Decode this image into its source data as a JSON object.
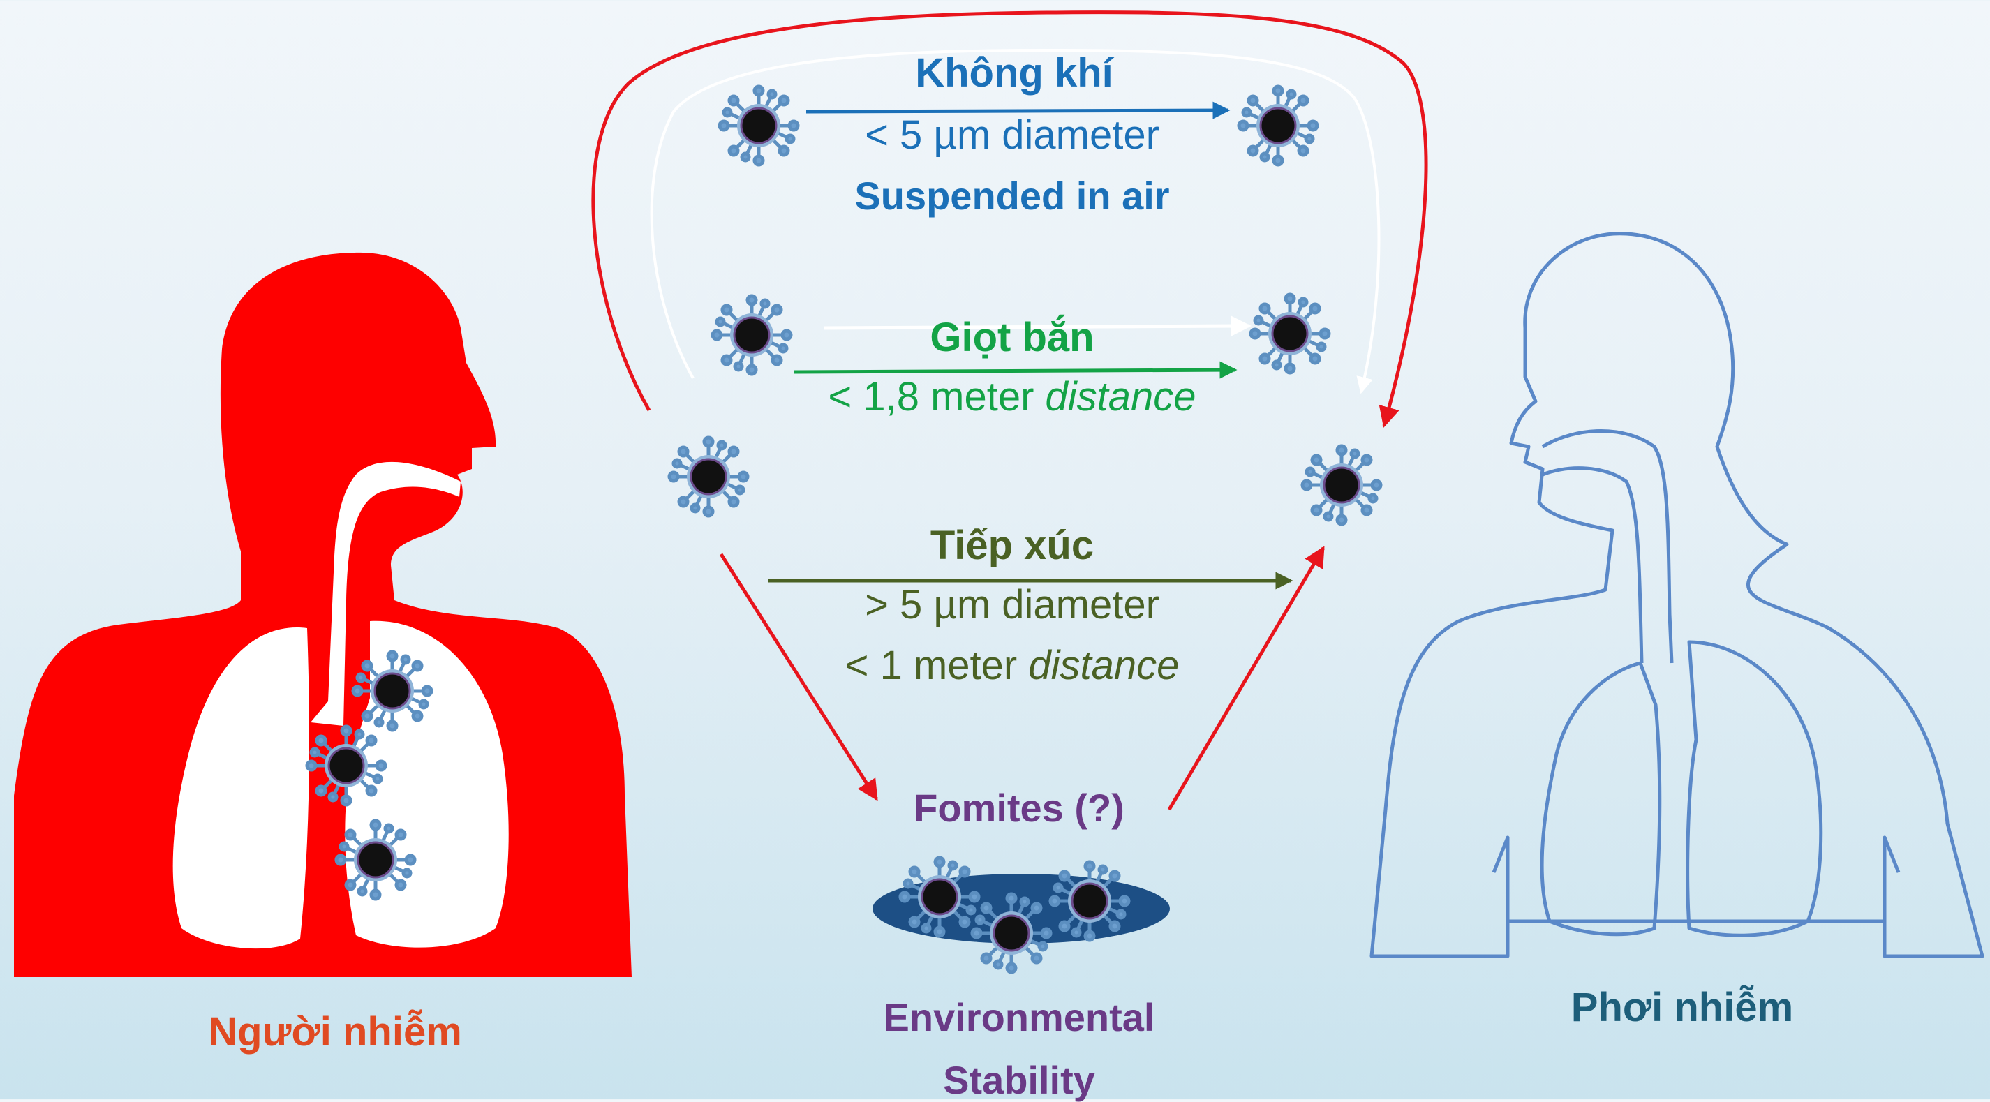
{
  "colors": {
    "infected_fill": "#fe0000",
    "exposed_outline": "#5a88c8",
    "airborne_blue": "#1b70b8",
    "droplet_green": "#13a346",
    "contact_olive": "#4a6124",
    "fomite_purple": "#6a3a86",
    "infected_label": "#e04a22",
    "exposed_label": "#1d5e7a",
    "route_arrow_red": "#e8141c",
    "virus_core": "#111111",
    "virus_spike": "#5c8fc0",
    "surface_fill": "#1d4f85"
  },
  "icons": {
    "infected_person": "red-human-silhouette-with-lungs",
    "exposed_person": "blue-outline-human-with-lungs",
    "virus": "coronavirus-particle",
    "surface": "contaminated-surface-ellipse"
  },
  "routes": {
    "airborne": {
      "title": "Không khí",
      "size": "< 5 µm diameter",
      "note": "Suspended in air"
    },
    "droplet": {
      "title": "Giọt bắn",
      "distance_prefix": "< 1,8 meter ",
      "distance_word": "distance"
    },
    "contact": {
      "title": "Tiếp xúc",
      "size": "> 5 µm diameter",
      "distance_prefix": "< 1 meter ",
      "distance_word": "distance"
    },
    "fomites": {
      "title": "Fomites (?)",
      "caption_line1": "Environmental",
      "caption_line2": "Stability"
    }
  },
  "people": {
    "infected_label": "Người nhiễm",
    "exposed_label": "Phơi nhiễm"
  }
}
